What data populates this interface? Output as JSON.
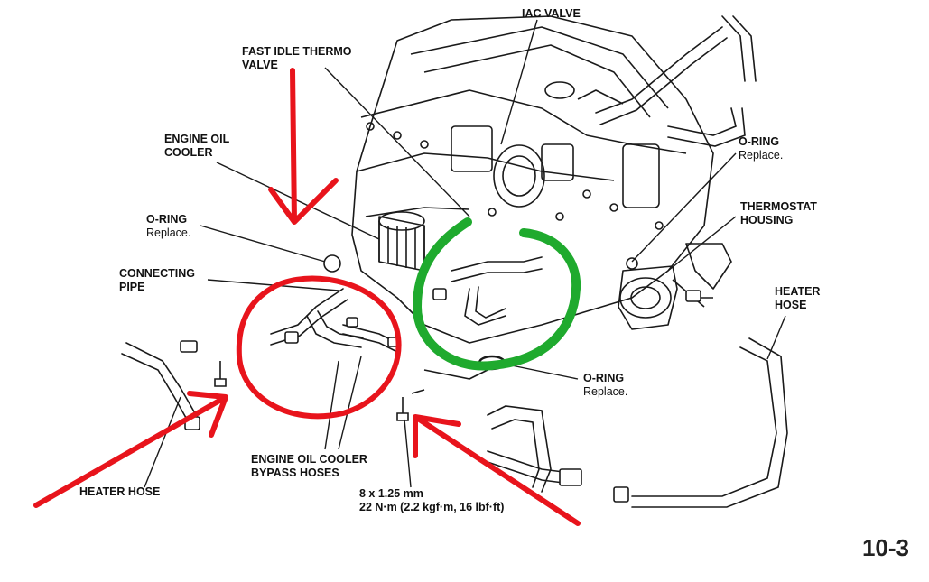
{
  "labels": {
    "iac_valve": "IAC VALVE",
    "fast_idle_1": "FAST IDLE THERMO",
    "fast_idle_2": "VALVE",
    "oil_cooler_1": "ENGINE OIL",
    "oil_cooler_2": "COOLER",
    "oring_left": "O-RING",
    "oring_left_note": "Replace.",
    "connecting_pipe_1": "CONNECTING",
    "connecting_pipe_2": "PIPE",
    "oring_right": "O-RING",
    "oring_right_note": "Replace.",
    "thermostat_1": "THERMOSTAT",
    "thermostat_2": "HOUSING",
    "heater_hose_right_1": "HEATER",
    "heater_hose_right_2": "HOSE",
    "oring_bottom": "O-RING",
    "oring_bottom_note": "Replace.",
    "bypass_1": "ENGINE OIL COOLER",
    "bypass_2": "BYPASS HOSES",
    "heater_hose_left": "HEATER HOSE",
    "bolt_spec_1": "8 x 1.25 mm",
    "bolt_spec_2": "22 N·m (2.2 kgf·m, 16 lbf·ft)"
  },
  "page_number": "10-3",
  "colors": {
    "red_markup": "#e8141c",
    "green_markup": "#1faa2e",
    "line": "#1a1a1a"
  }
}
